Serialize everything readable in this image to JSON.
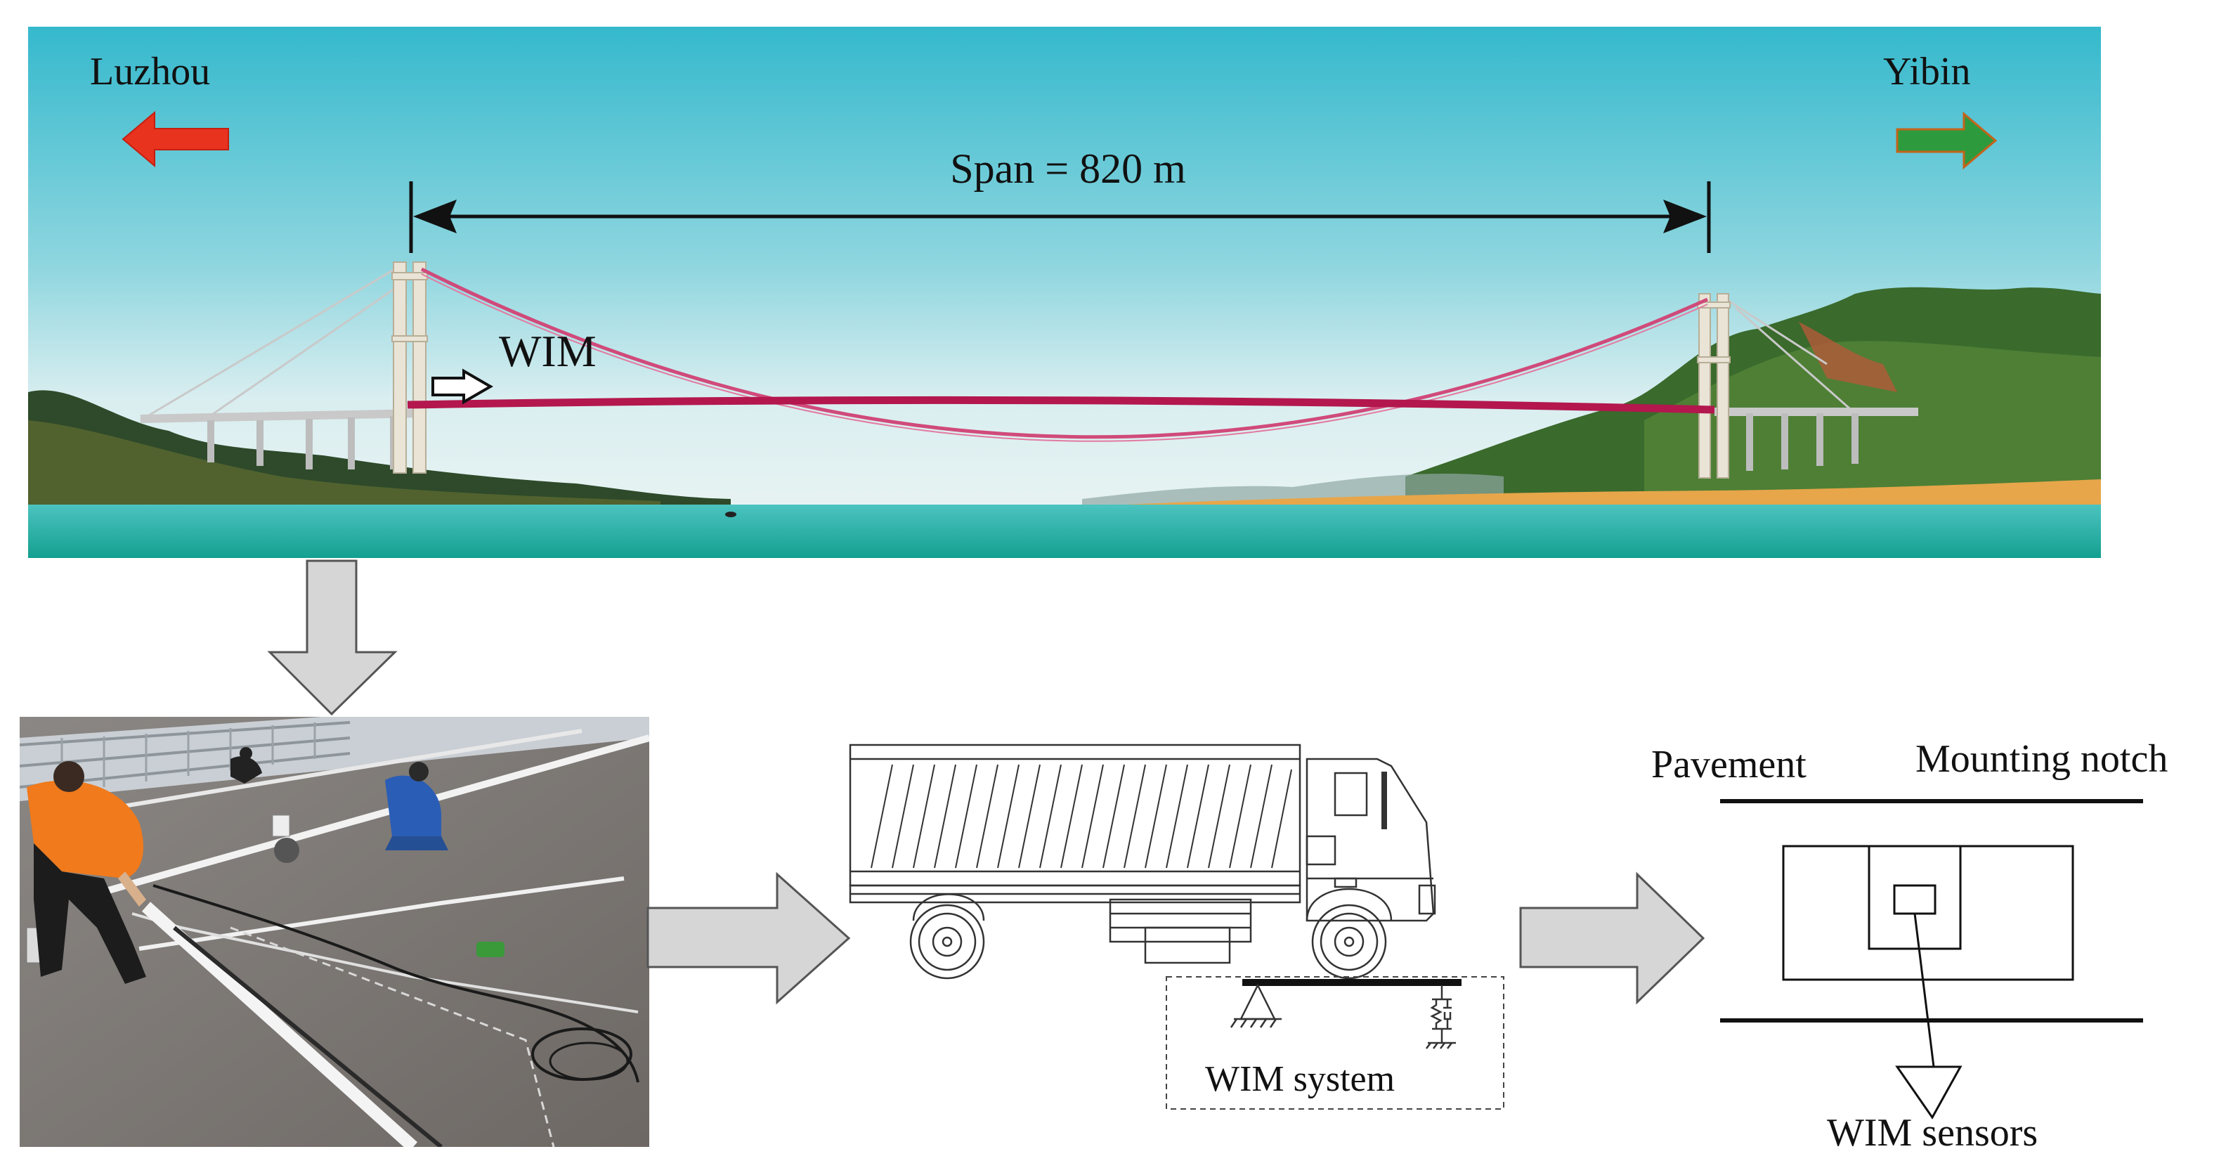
{
  "panorama": {
    "left_city": "Luzhou",
    "right_city": "Yibin",
    "span_label": "Span = 820 m",
    "wim_label": "WIM"
  },
  "truck_panel": {
    "system_label": "WIM system"
  },
  "sensor_panel": {
    "pavement_label": "Pavement",
    "notch_label": "Mounting notch",
    "sensors_label": "WIM sensors"
  },
  "colors": {
    "left_arrow": "#e8331f",
    "right_arrow": "#2e9a3e",
    "sky_top": "#3fbcd0",
    "water": "#1fa89e",
    "cable": "#d04a7a",
    "flow_arrow_fill": "#d6d6d6"
  }
}
